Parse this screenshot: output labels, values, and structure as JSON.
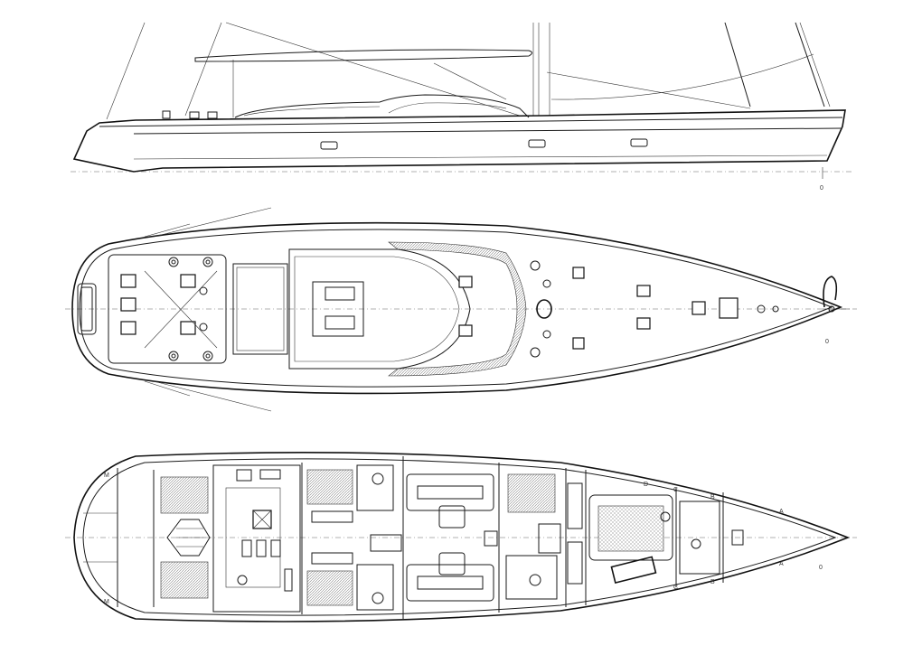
{
  "labels": {
    "profile_marker": "0",
    "deck_marker": "0",
    "accommodation_marker": "0",
    "section_a": "A",
    "section_b": "B",
    "section_c": "C",
    "section_d": "D",
    "section_m": "M"
  },
  "colors": {
    "line": "#1a1a1a",
    "background": "#ffffff",
    "hatch": "#9a9a9a"
  }
}
